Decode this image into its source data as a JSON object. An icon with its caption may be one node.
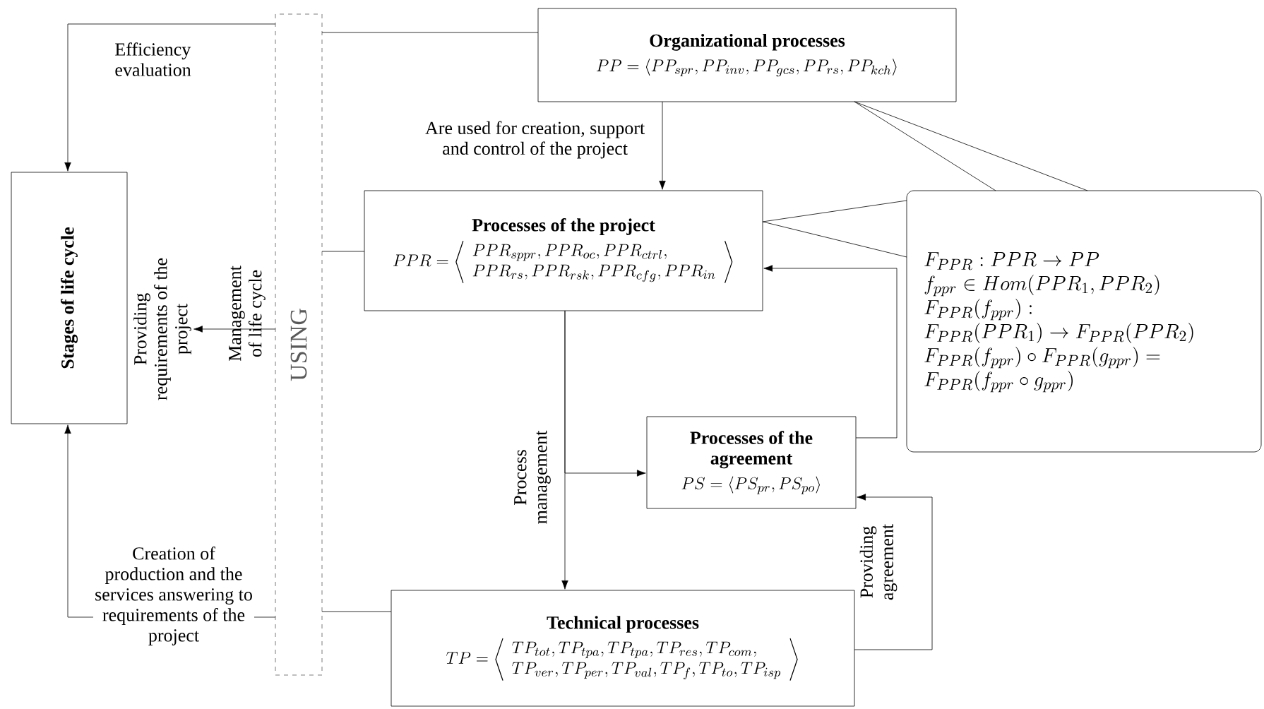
{
  "diagram": {
    "nodes": [
      {
        "text": [
          "Stages of life cycle"
        ]
      },
      {
        "text": [
          "USING"
        ]
      },
      {
        "text": [
          "Organizational processes",
          "PP = \\left\\langle PP_{spr}, PP_{inv}, PP_{gcs}, PP_{rs}, PP_{kch} \\right\\rangle"
        ]
      },
      {
        "text": [
          "Processes of the project",
          "PPR = \\left\\langle \\begin{array}{l} PPR_{sppr}, PPR_{oc}, PPR_{ctrl}, \\\\ PPR_{rs}, PPR_{rsk}, PPR_{cfg}, PPR_{in} \\end{array} \\right\\rangle"
        ]
      },
      {
        "text": [
          "\\begin{array}{l} F_{PPR} : PPR \\to PP \\\\ f_{ppr} \\in Hom(PPR_1, PPR_2) \\\\ F_{PPR}(f_{ppr}) : \\\\ F_{PPR}(PPR_1) \\to F_{PPR}(PPR_2) \\\\ F_{PPR}(f_{ppr}) \\circ F_{PPR}(g_{ppr}) = \\\\ F_{PPR}(f_{ppr} \\circ g_{ppr}) \\end{array}"
        ]
      },
      {
        "text": [
          "Processes of the agreement",
          "PS = \\left\\langle PS_{pr}, PS_{po} \\right\\rangle"
        ]
      },
      {
        "text": [
          "Technical processes",
          "TP = \\left\\langle \\begin{array}{l} TP_{tot}, TP_{tpa}, TP_{tpa}, TP_{res}, TP_{com}, \\\\ TP_{ver}, TP_{per}, TP_{val}, TP_{f}, TP_{to}, TP_{isp} \\end{array} \\right\\rangle"
        ]
      },
      {
        "text": [
          "Providing requirements of the project"
        ]
      }
    ],
    "edges": [
      {
        "from": 2,
        "to": 1,
        "arrow": "none"
      },
      {
        "from": 1,
        "to": 0,
        "arrow": "to",
        "label": "Efficiency evaluation"
      },
      {
        "from": 3,
        "to": 1,
        "arrow": "none"
      },
      {
        "from": 1,
        "to": 7,
        "arrow": "to",
        "label": "Management of life cycle"
      },
      {
        "from": 6,
        "to": 1,
        "arrow": "none"
      },
      {
        "from": 1,
        "to": 0,
        "arrow": "to",
        "label": "Creation of production and the services answering to requirements of the project"
      },
      {
        "from": 2,
        "to": 3,
        "arrow": "to",
        "label": "Are used for creation, support and control of the project"
      },
      {
        "from": 2,
        "to": 4,
        "arrow": "none"
      },
      {
        "from": 2,
        "to": 4,
        "arrow": "none"
      },
      {
        "from": 3,
        "to": 4,
        "arrow": "none"
      },
      {
        "from": 3,
        "to": 4,
        "arrow": "none"
      },
      {
        "from": 5,
        "to": 3,
        "arrow": "to"
      },
      {
        "from": 3,
        "to": 6,
        "arrow": "to",
        "label": "Process management"
      },
      {
        "from": 3,
        "to": 5,
        "arrow": "to"
      },
      {
        "from": 6,
        "to": 5,
        "arrow": "to",
        "label": "Providing agreement"
      }
    ]
  }
}
